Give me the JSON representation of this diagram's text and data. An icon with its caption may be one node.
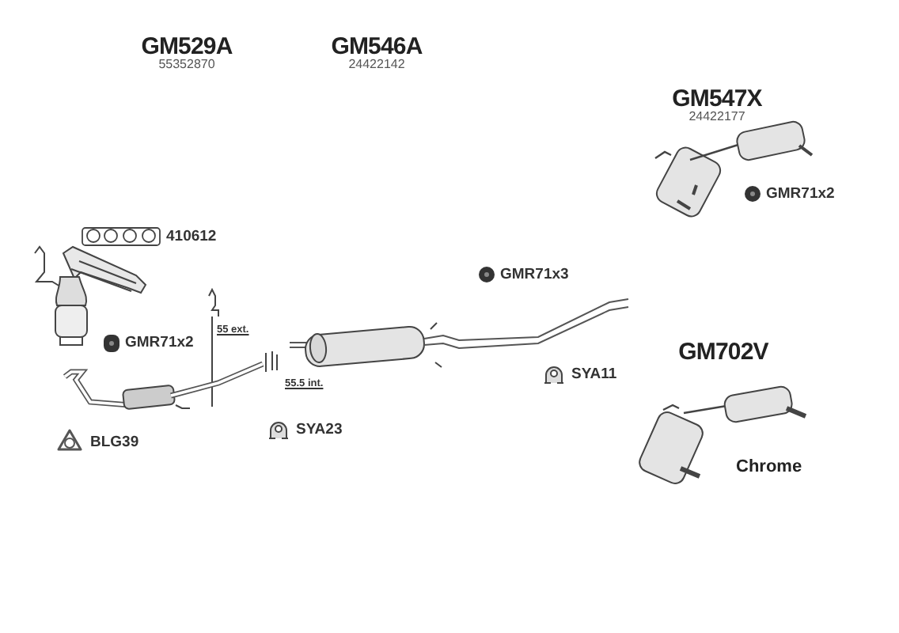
{
  "diagram": {
    "labels": [
      "GM529A",
      "55352870",
      "GM546A",
      "24422142",
      "GM547X",
      "24422177",
      "GMR71x2",
      "410612",
      "GMR71x3",
      "GMR71x2",
      "55 ext.",
      "55.5 int.",
      "SYA11",
      "GM702V",
      "BLG39",
      "SYA23",
      "Chrome"
    ]
  }
}
